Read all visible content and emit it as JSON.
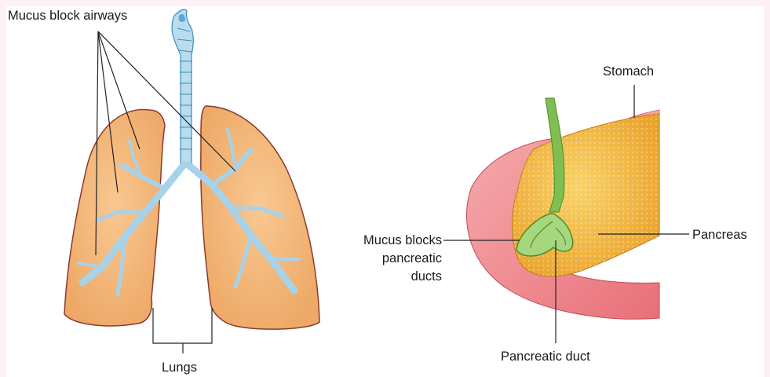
{
  "labels": {
    "mucus_airways": "Mucus block airways",
    "lungs": "Lungs",
    "stomach": "Stomach",
    "pancreas": "Pancreas",
    "mucus_ducts_line1": "Mucus blocks",
    "mucus_ducts_line2": "pancreatic",
    "mucus_ducts_line3": "ducts",
    "pancreatic_duct": "Pancreatic duct"
  },
  "colors": {
    "background": "#fdf1f5",
    "lung_fill": "#f5b97a",
    "lung_outline": "#8b3a2e",
    "airway": "#b9dcef",
    "airway_outline": "#3f8db7",
    "stomach_fill": "#ef8a8f",
    "pancreas_fill": "#f3b93c",
    "duct_green": "#7fbf52",
    "leader_line": "#222222"
  }
}
